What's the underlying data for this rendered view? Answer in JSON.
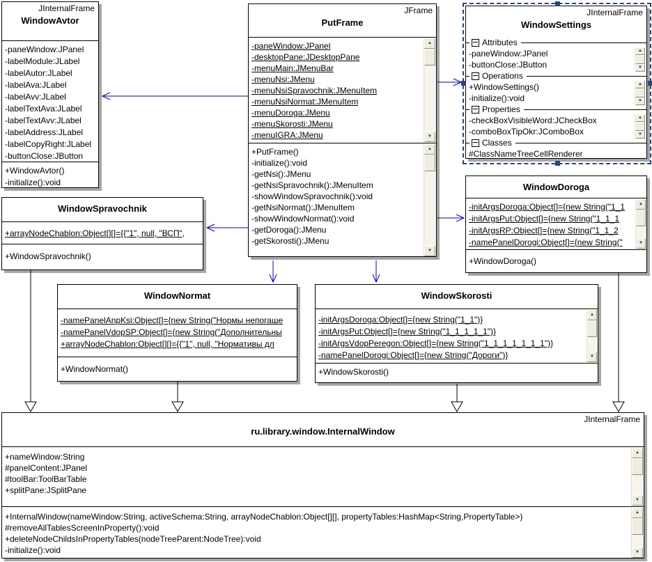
{
  "colors": {
    "connector_blue": "#0000cc",
    "generalization_black": "#000000",
    "selection_navy": "#27477a",
    "shadow_gray": "#a6a6a6",
    "box_background": "#ffffff"
  },
  "icons": {
    "scroll-up": "▲",
    "scroll-down": "▼",
    "collapse-minus": "⊟"
  },
  "classes": {
    "windowAvtor": {
      "stereotype": "JInternalFrame",
      "name": "WindowAvtor",
      "attributes": [
        "-paneWindow:JPanel",
        "-labelModule:JLabel",
        "-labelAutor:JLabel",
        "-labelAva:JLabel",
        "-labelAvv:JLabel",
        "-labelTextAva:JLabel",
        "-labelTextAvv:JLabel",
        "-labelAddress:JLabel",
        "-labelCopyRight:JLabel",
        "-buttonClose:JButton"
      ],
      "operations": [
        "+WindowAvtor()",
        "-initialize():void"
      ]
    },
    "putFrame": {
      "stereotype": "JFrame",
      "name": "PutFrame",
      "attributes": [
        "-paneWindow:JPanel",
        "-desktopPane:JDesktopPane",
        "-menuMain:JMenuBar",
        "-menuNsi:JMenu",
        "-menuNsiSpravochnik:JMenuItem",
        "-menuNsiNormat:JMenuItem",
        "-menuDoroga:JMenu",
        "-menuSkorosti:JMenu",
        "-menuIGRA:JMenu"
      ],
      "operations": [
        "+PutFrame()",
        "-initialize():void",
        "-getNsi():JMenu",
        "-getNsiSpravochnik():JMenuItem",
        "-showWindowSpravochnik():void",
        "-getNsiNormat():JMenuItem",
        "-showWindowNormat():void",
        "-getDoroga():JMenu",
        "-getSkorosti():JMenu"
      ]
    },
    "windowSettings": {
      "stereotype": "JInternalFrame",
      "name": "WindowSettings",
      "sections": [
        {
          "label": "Attributes",
          "items": [
            "-paneWindow:JPanel",
            "-buttonClose:JButton"
          ]
        },
        {
          "label": "Operations",
          "items": [
            "+WindowSettings()",
            "-initialize():void"
          ]
        },
        {
          "label": "Properties",
          "items": [
            "-checkBoxVisibleWord:JCheckBox",
            "-comboBoxTipOkr:JComboBox"
          ]
        },
        {
          "label": "Classes",
          "items": [
            "#ClassNameTreeCellRenderer"
          ]
        }
      ]
    },
    "windowDoroga": {
      "name": "WindowDoroga",
      "attributes": [
        "-initArgsDoroga:Object[]={new String(\"1_1",
        "-initArgsPut:Object[]={new String(\"1_1_1",
        "-initArgsRP:Object[]={new String(\"1_1_2",
        "-namePanelDorogi:Object[]={new String(\""
      ],
      "operations": [
        "+WindowDoroga()"
      ]
    },
    "windowSpravochnik": {
      "name": "WindowSpravochnik",
      "attributes": [
        "+arrayNodeChablon:Object[][]={{\"1\", null, \"ВСП\","
      ],
      "operations": [
        "+WindowSpravochnik()"
      ]
    },
    "windowNormat": {
      "name": "WindowNormat",
      "attributes": [
        "-namePanelAnpKsi:Object[]={new String(\"Нормы непогаше",
        "-namePanelVdopSP:Object[]={new String(\"Дополнительны",
        "+arrayNodeChablon:Object[][]={{\"1\", null, \"Нормативы дл"
      ],
      "operations": [
        "+WindowNormat()"
      ]
    },
    "windowSkorosti": {
      "name": "WindowSkorosti",
      "attributes": [
        "-initArgsDoroga:Object[]={new String(\"1_1\")}",
        "-initArgsPut:Object[]={new String(\"1_1_1_1_1\")}",
        "-initArgsVdopPeregon:Object[]={new String(\"1_1_1_1_1_1_1\")}",
        "-namePanelDorogi:Object[]={new String(\"Дороги\")}"
      ],
      "operations": [
        "+WindowSkorosti()"
      ]
    },
    "internalWindow": {
      "stereotype": "JInternalFrame",
      "name": "ru.library.window.InternalWindow",
      "attributes": [
        "+nameWindow:String",
        "#panelContent:JPanel",
        "#toolBar:ToolBarTable",
        "+splitPane:JSplitPane"
      ],
      "operations": [
        "+InternalWindow(nameWindow:String, activeSchema:String, arrayNodeChablon:Object[][], propertyTables:HashMap<String,PropertyTable>)",
        "#removeAllTablesScreenInProperty():void",
        "+deleteNodeChildsInPropertyTables(nodeTreeParent:NodeTree):void",
        "-initialize():void"
      ]
    }
  }
}
